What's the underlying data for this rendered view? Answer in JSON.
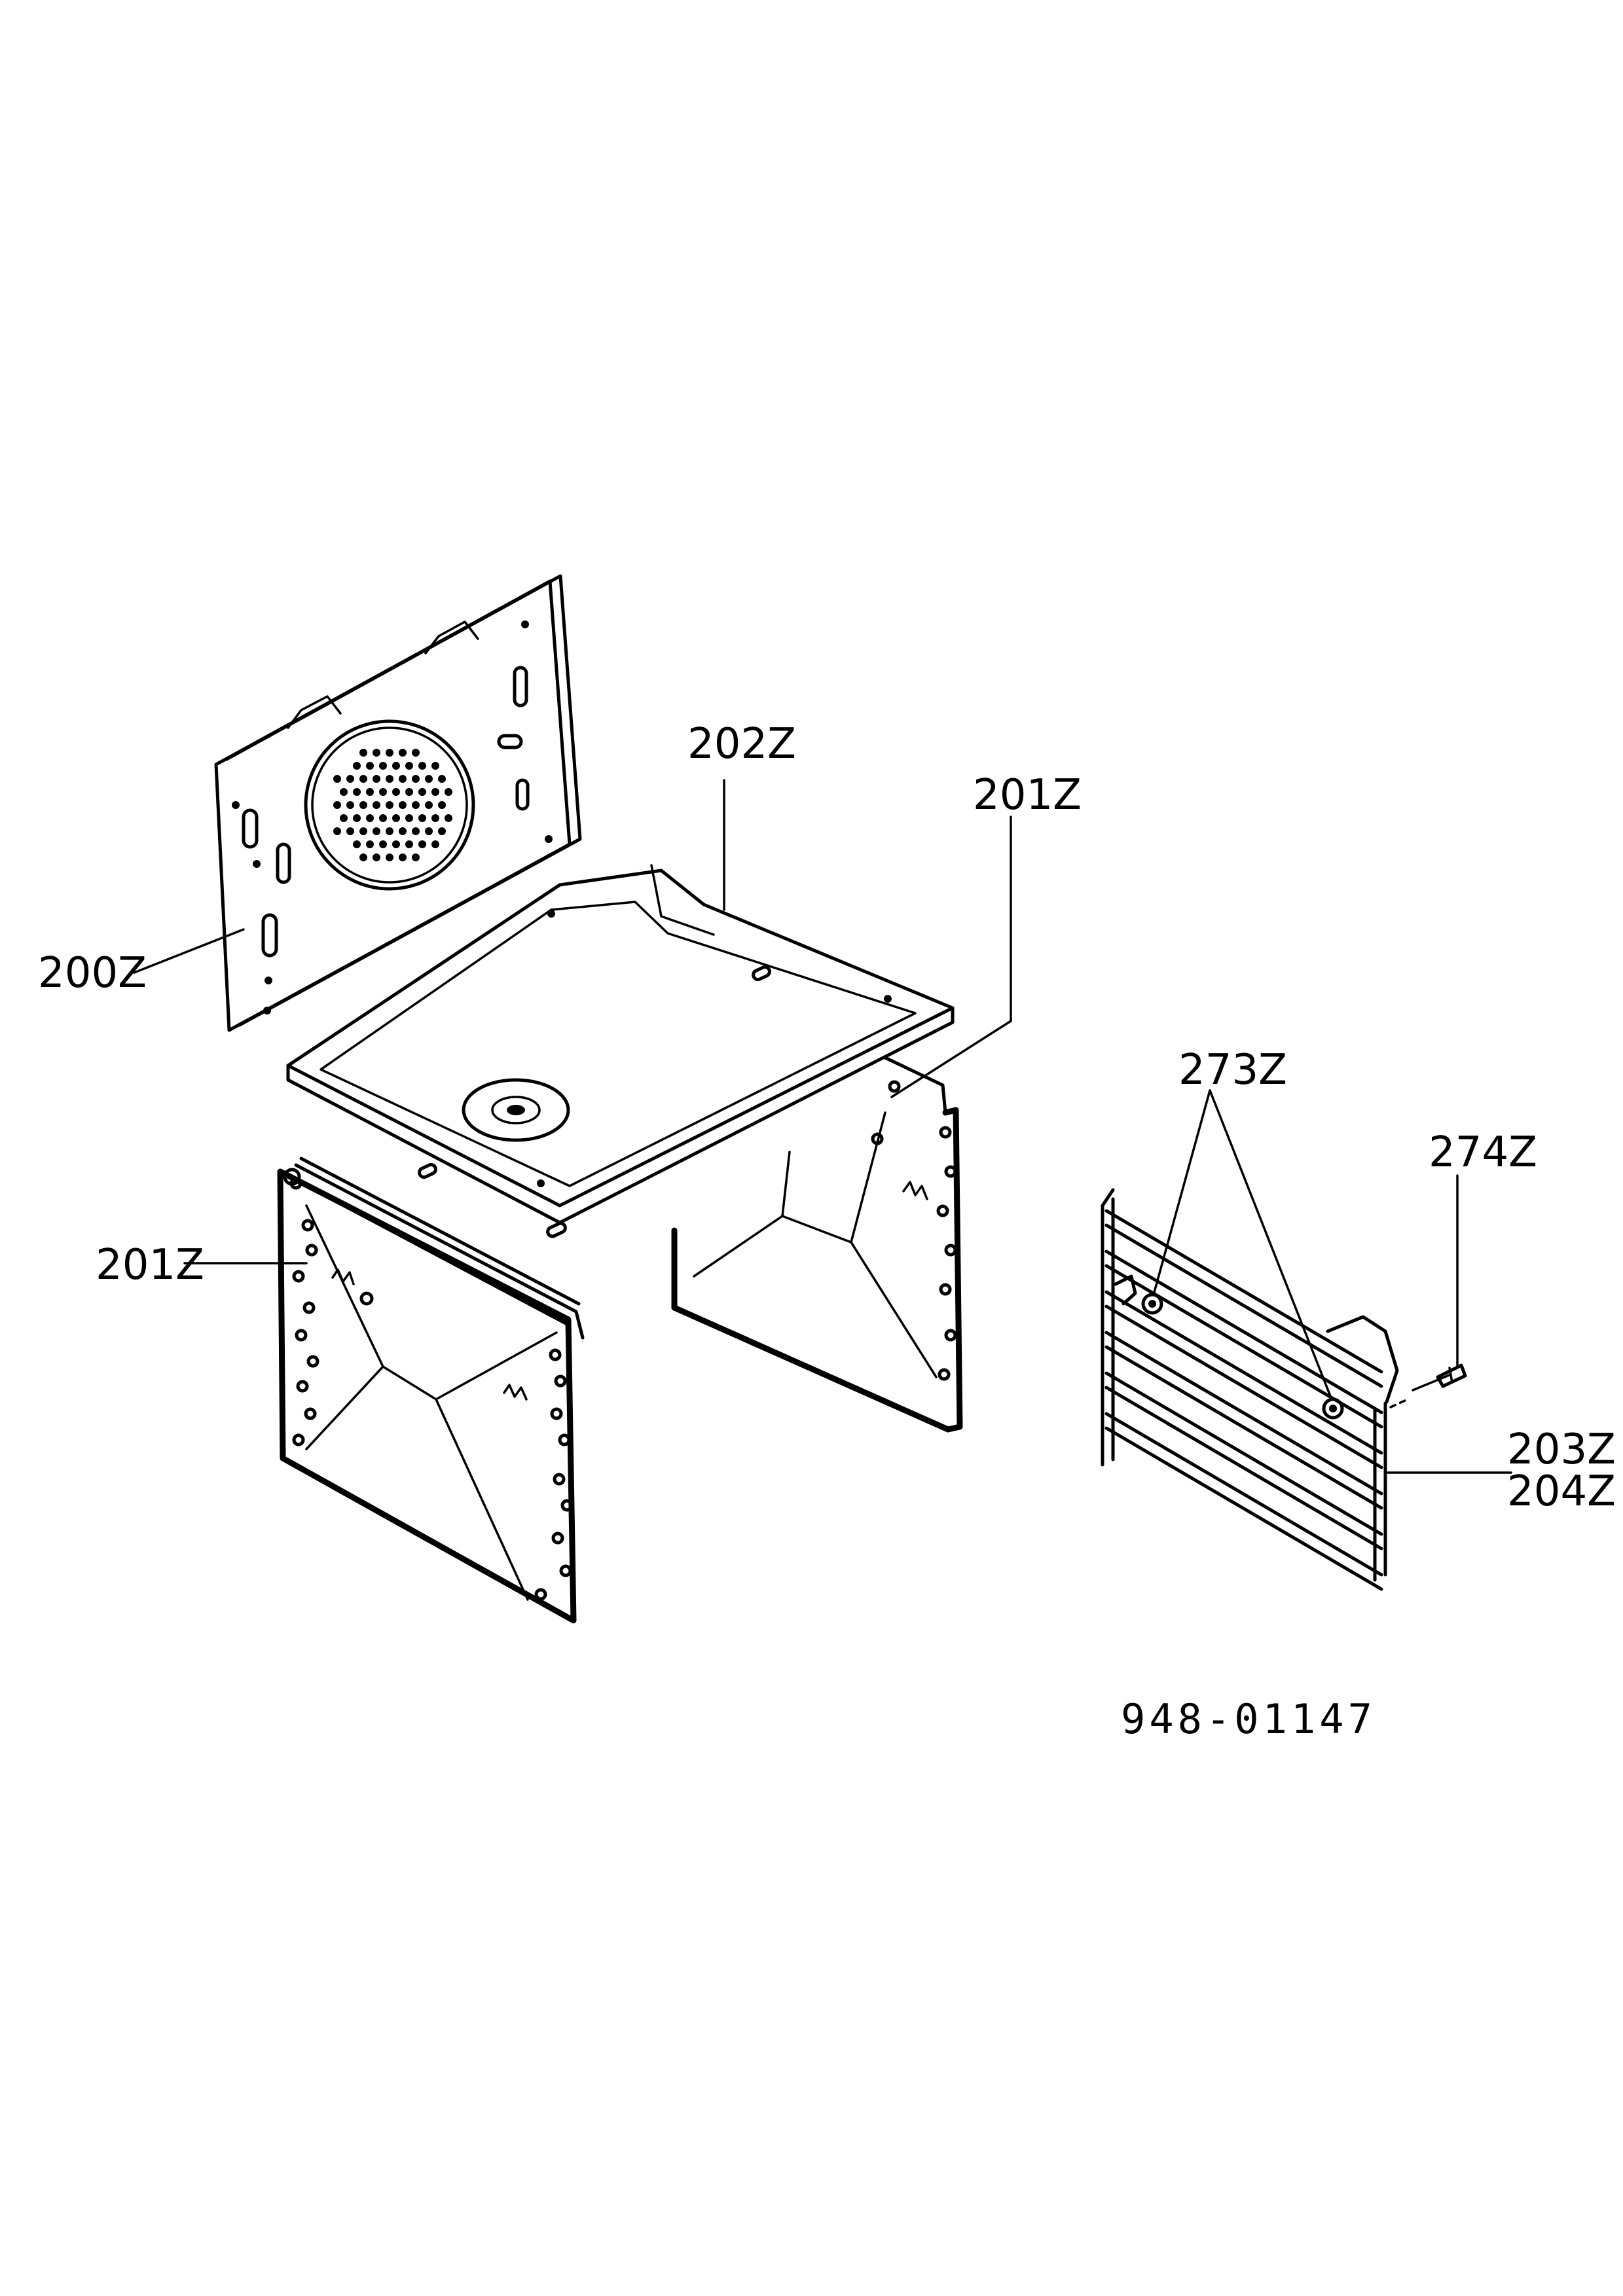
{
  "diagram": {
    "labels": {
      "back_panel": "200Z",
      "side_panel_left": "201Z",
      "side_panel_right": "201Z",
      "top_panel": "202Z",
      "shelf_bumps": "273Z",
      "screw": "274Z",
      "shelf_upper": "203Z",
      "shelf_lower": "204Z"
    },
    "drawing_number": "948-01147"
  }
}
